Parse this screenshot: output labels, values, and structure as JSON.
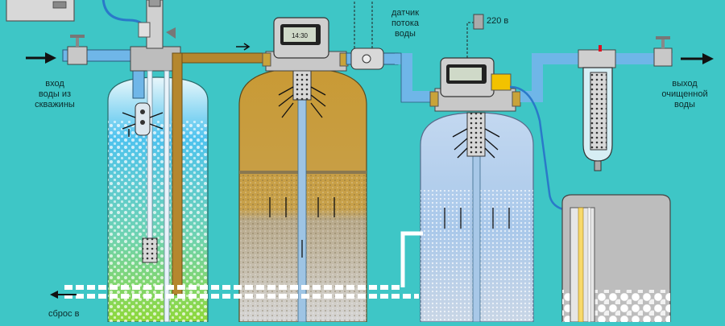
{
  "labels": {
    "inlet": "вход\nводы из\nскважины",
    "outlet": "выход\nочищенной\nводы",
    "flow_sensor": "датчик\nпотока\nводы",
    "power": "220 в",
    "drain": "сброс в",
    "timer_display": "14:30"
  },
  "colors": {
    "background": "#3ec6c6",
    "pipe_blue": "#6fb6e8",
    "pipe_brown": "#b5872e",
    "tank_brown": "#c99a35",
    "tank_blue": "#a9c8ea",
    "valve_gray": "#cfcfcf",
    "aeration_green": "#7fd34a"
  },
  "icons": [
    "arrow-right-icon",
    "arrow-left-icon",
    "tap-valve-icon",
    "control-valve-icon",
    "flow-sensor-icon",
    "power-outlet-icon"
  ]
}
